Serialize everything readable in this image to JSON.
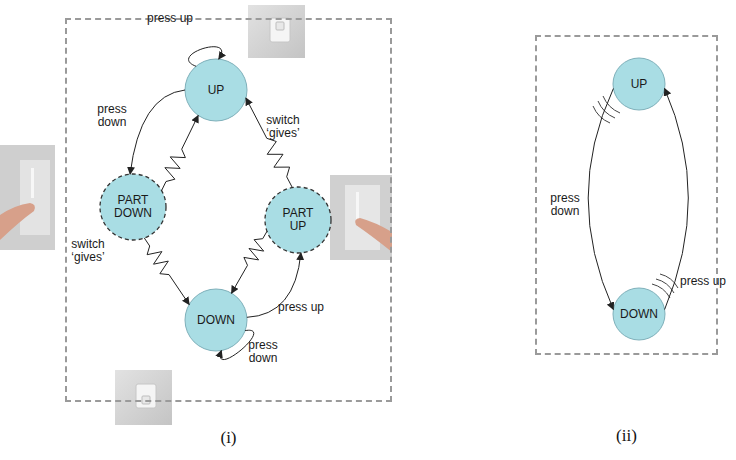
{
  "diagram": {
    "nodes": [
      {
        "text": [
          "(i)"
        ]
      },
      {
        "text": [
          "UP"
        ],
        "in": 0
      },
      {
        "text": [
          "PART DOWN"
        ],
        "in": 0
      },
      {
        "text": [
          "PART UP"
        ],
        "in": 0
      },
      {
        "text": [
          "DOWN"
        ],
        "in": 0
      },
      {
        "text": [
          "(ii)"
        ]
      },
      {
        "text": [
          "UP"
        ],
        "in": 5
      },
      {
        "text": [
          "DOWN"
        ],
        "in": 5
      }
    ],
    "edges": [
      {
        "from": 1,
        "to": 1,
        "label": "press up",
        "arrow": "to"
      },
      {
        "from": 1,
        "to": 2,
        "label": "press down",
        "arrow": "to"
      },
      {
        "from": 2,
        "to": 1,
        "arrow": "to"
      },
      {
        "from": 2,
        "to": 4,
        "label": "switch ‘gives’",
        "arrow": "to"
      },
      {
        "from": 4,
        "to": 4,
        "label": "press down",
        "arrow": "to"
      },
      {
        "from": 4,
        "to": 3,
        "label": "press up",
        "arrow": "to"
      },
      {
        "from": 3,
        "to": 4,
        "arrow": "to"
      },
      {
        "from": 3,
        "to": 1,
        "label": "switch ‘gives’",
        "arrow": "to"
      },
      {
        "from": 6,
        "to": 7,
        "label": "press down",
        "arrow": "to"
      },
      {
        "from": 7,
        "to": 6,
        "label": "press up",
        "arrow": "to"
      }
    ]
  }
}
